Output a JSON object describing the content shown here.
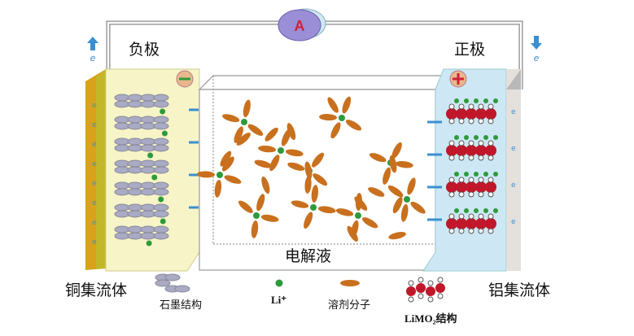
{
  "labels": {
    "anode": "负极",
    "cathode": "正极",
    "ammeter": "A",
    "electron_left": "e",
    "electron_right": "e",
    "electrolyte": "电解液",
    "copper_collector": "铜集流体",
    "aluminum_collector": "铝集流体",
    "minus": "−",
    "plus": "+"
  },
  "legend": {
    "graphite": "石墨结构",
    "li_ion": "Li⁺",
    "solvent": "溶剂分子",
    "limo2": "LiMO₂结构"
  },
  "colors": {
    "copper": "#d9a21a",
    "anode_fill": "#f7f5c8",
    "cathode_fill": "#cde8f4",
    "aluminum": "#dcdcdc",
    "li_ion": "#2e9a3c",
    "solvent": "#c8701e",
    "graphite": "#a9aac4",
    "oxide": "#c0182a",
    "ammeter": "#9a8fd6",
    "arrow": "#3b8fd0"
  }
}
